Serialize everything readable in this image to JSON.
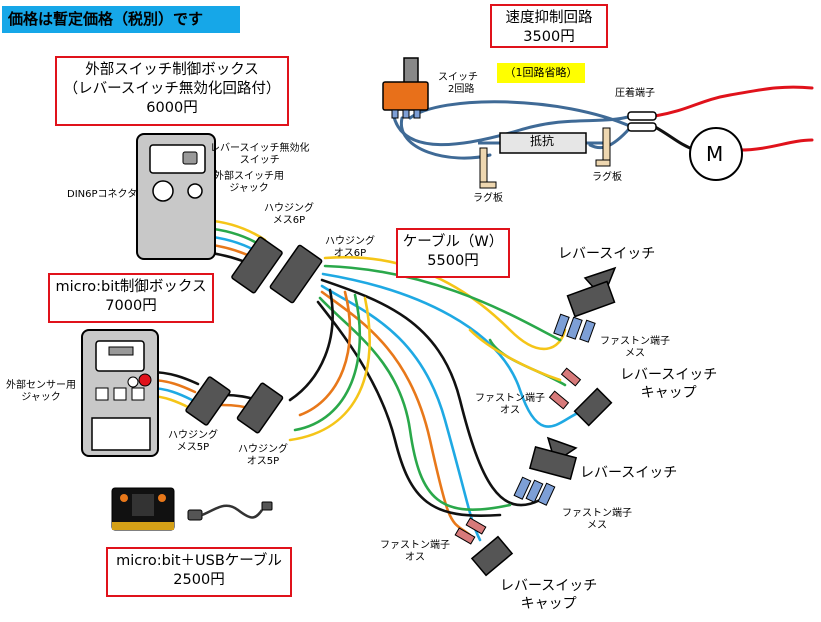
{
  "banner": "価格は暫定価格（税別）です",
  "boxes": {
    "speed": {
      "line1": "速度抑制回路",
      "line2": "3500円"
    },
    "external": {
      "line1": "外部スイッチ制御ボックス",
      "line2": "（レバースイッチ無効化回路付）",
      "line3": "6000円"
    },
    "microbit_box": {
      "line1": "micro:bit制御ボックス",
      "line2": "7000円"
    },
    "cable": {
      "line1": "ケーブル（W）",
      "line2": "5500円"
    },
    "usb": {
      "line1": "micro:bit＋USBケーブル",
      "line2": "2500円"
    }
  },
  "note": "（1回路省略）",
  "labels": {
    "switch2": {
      "l1": "スイッチ",
      "l2": "2回路"
    },
    "crimp": "圧着端子",
    "resistor": "抵抗",
    "lug1": "ラグ板",
    "lug2": "ラグ板",
    "motor": "M",
    "lever_disable": {
      "l1": "レバースイッチ無効化",
      "l2": "スイッチ"
    },
    "ext_jack": {
      "l1": "外部スイッチ用",
      "l2": "ジャック"
    },
    "din": "DIN6Pコネクタ",
    "housing_f6": {
      "l1": "ハウジング",
      "l2": "メス6P"
    },
    "housing_m6": {
      "l1": "ハウジング",
      "l2": "オス6P"
    },
    "sensor_jack": {
      "l1": "外部センサー用",
      "l2": "ジャック"
    },
    "housing_f5": {
      "l1": "ハウジング",
      "l2": "メス5P"
    },
    "housing_m5": {
      "l1": "ハウジング",
      "l2": "オス5P"
    },
    "lever_a": "レバースイッチ",
    "faston_f_a": {
      "l1": "ファストン端子",
      "l2": "メス"
    },
    "cap_a": {
      "l1": "レバースイッチ",
      "l2": "キャップ"
    },
    "faston_m_a": {
      "l1": "ファストン端子",
      "l2": "オス"
    },
    "lever_b": "レバースイッチ",
    "faston_f_b": {
      "l1": "ファストン端子",
      "l2": "メス"
    },
    "faston_m_b": {
      "l1": "ファストン端子",
      "l2": "オス"
    },
    "cap_b": {
      "l1": "レバースイッチ",
      "l2": "キャップ"
    }
  },
  "colors": {
    "banner": "#16a7e8",
    "price_border": "#e0121b",
    "note_bg": "#ffff00",
    "wire_yellow": "#f5c518",
    "wire_green": "#2aa84a",
    "wire_blue": "#1fa9e3",
    "wire_orange": "#e8781a",
    "wire_black": "#111111",
    "wire_red": "#e0121b",
    "wire_navy": "#3f6a96",
    "device_gray": "#c8c8c8",
    "switch_orange": "#e8701a",
    "faston_blue": "#7d9fd6",
    "faston_pink": "#d77a7a"
  }
}
